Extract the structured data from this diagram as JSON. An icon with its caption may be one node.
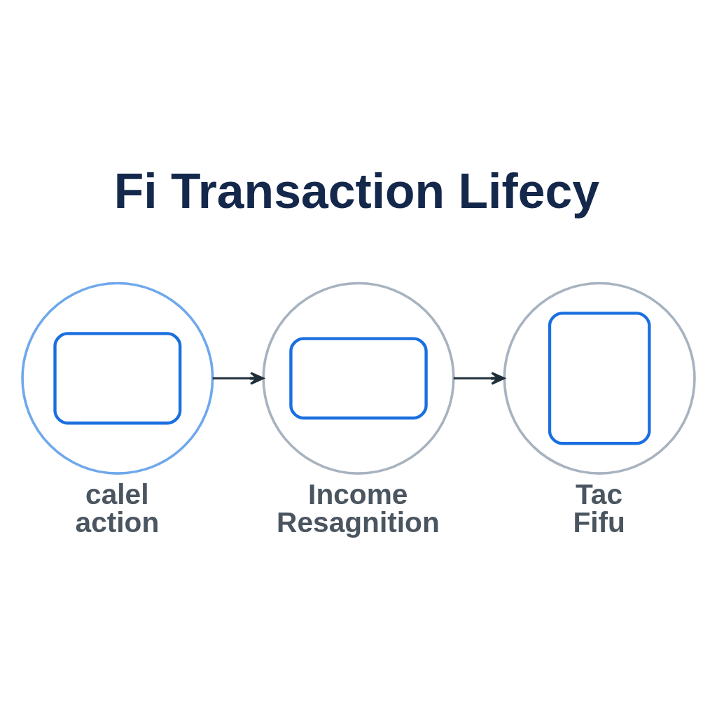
{
  "diagram": {
    "title": "Fi Transaction Lifecy",
    "nodes": [
      {
        "text": [],
        "shape": "circle",
        "beside": [
          "calel action"
        ]
      },
      {
        "text": [],
        "shape": "circle",
        "beside": [
          "Income Resagnition"
        ]
      },
      {
        "text": [],
        "shape": "circle",
        "beside": [
          "Tac Fifu"
        ]
      }
    ],
    "edges": [
      {
        "from": 0,
        "to": 1,
        "arrow": "to"
      },
      {
        "from": 1,
        "to": 2,
        "arrow": "to"
      }
    ]
  }
}
